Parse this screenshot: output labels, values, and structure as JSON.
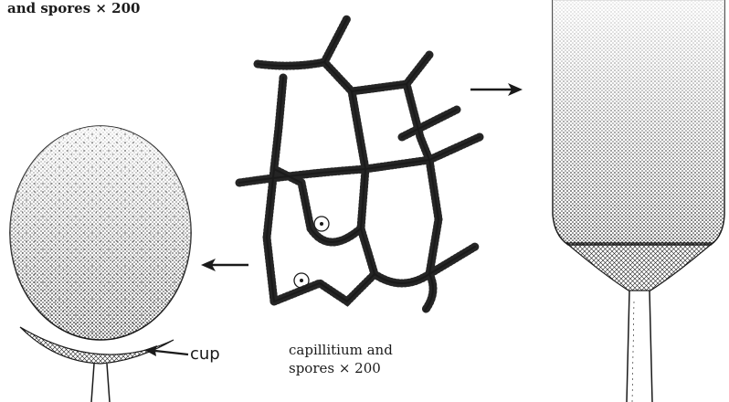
{
  "labels": {
    "top_partial": "and spores × 200",
    "capillitium_line1": "capillitium and",
    "capillitium_line2": "spores × 200",
    "cup": "cup"
  },
  "colors": {
    "ink": "#1a1a1a",
    "paper": "#ffffff"
  }
}
